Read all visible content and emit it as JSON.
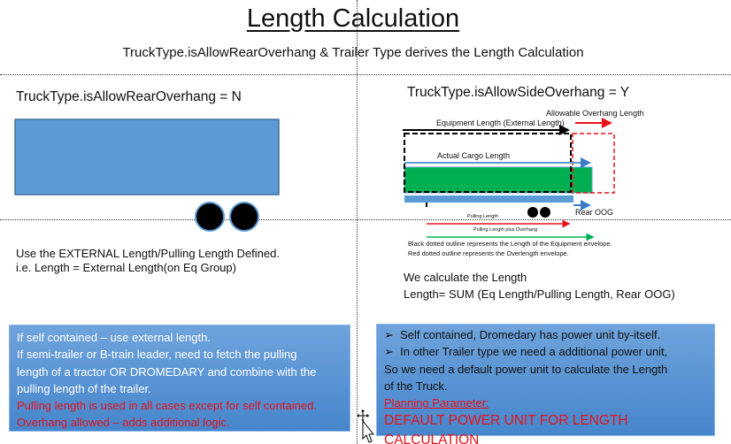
{
  "title": "Length Calculation",
  "subtitle": "TruckType.isAllowRearOverhang & Trailer Type derives the Length Calculation",
  "left": {
    "heading": "TruckType.isAllowRearOverhang = N",
    "lines": [
      "Use the EXTERNAL Length/Pulling Length Defined.",
      "i.e. Length = External Length(on Eq Group)"
    ],
    "box": {
      "white_lines": [
        "If self contained – use external length.",
        "If semi-trailer or B-train leader, need to fetch the pulling",
        "length of a tractor OR DROMEDARY and combine with the",
        "pulling length of the trailer."
      ],
      "red_lines": [
        "Pulling length is used in all cases except for self contained.",
        "Overhang allowed – adds additional logic."
      ]
    }
  },
  "right": {
    "heading": "TruckType.isAllowSideOverhang = Y",
    "diagram": {
      "allowable_overhang": "Allowable Overhang Length",
      "equipment_length": "Equipment Length (External Length)",
      "actual_cargo": "Actual Cargo Length",
      "rear_oog": "Rear OOG",
      "pulling_length": "Pulling Length",
      "pulling_plus_overhang": "Pulling Length plus Overhang",
      "note_black": "Black dotted outline represents the Length of the Equipment envelope.",
      "note_red": "Red dotted outline represents the Overlength envelope."
    },
    "lines": [
      "We calculate the Length",
      "Length= SUM (Eq Length/Pulling Length, Rear OOG)"
    ],
    "box": {
      "bullets": [
        "Self contained, Dromedary has power unit by-itself.",
        "In other Trailer type we need a additional power unit,"
      ],
      "lines": [
        "So we need a default power unit to calculate the Length",
        "of the Truck."
      ],
      "param_label": "Planning Parameter:",
      "param_value": "DEFAULT POWER UNIT FOR LENGTH CALCULATION"
    }
  },
  "colors": {
    "trailer": "#5b9bd5",
    "cargo": "#00b050",
    "red": "#e8121a"
  }
}
